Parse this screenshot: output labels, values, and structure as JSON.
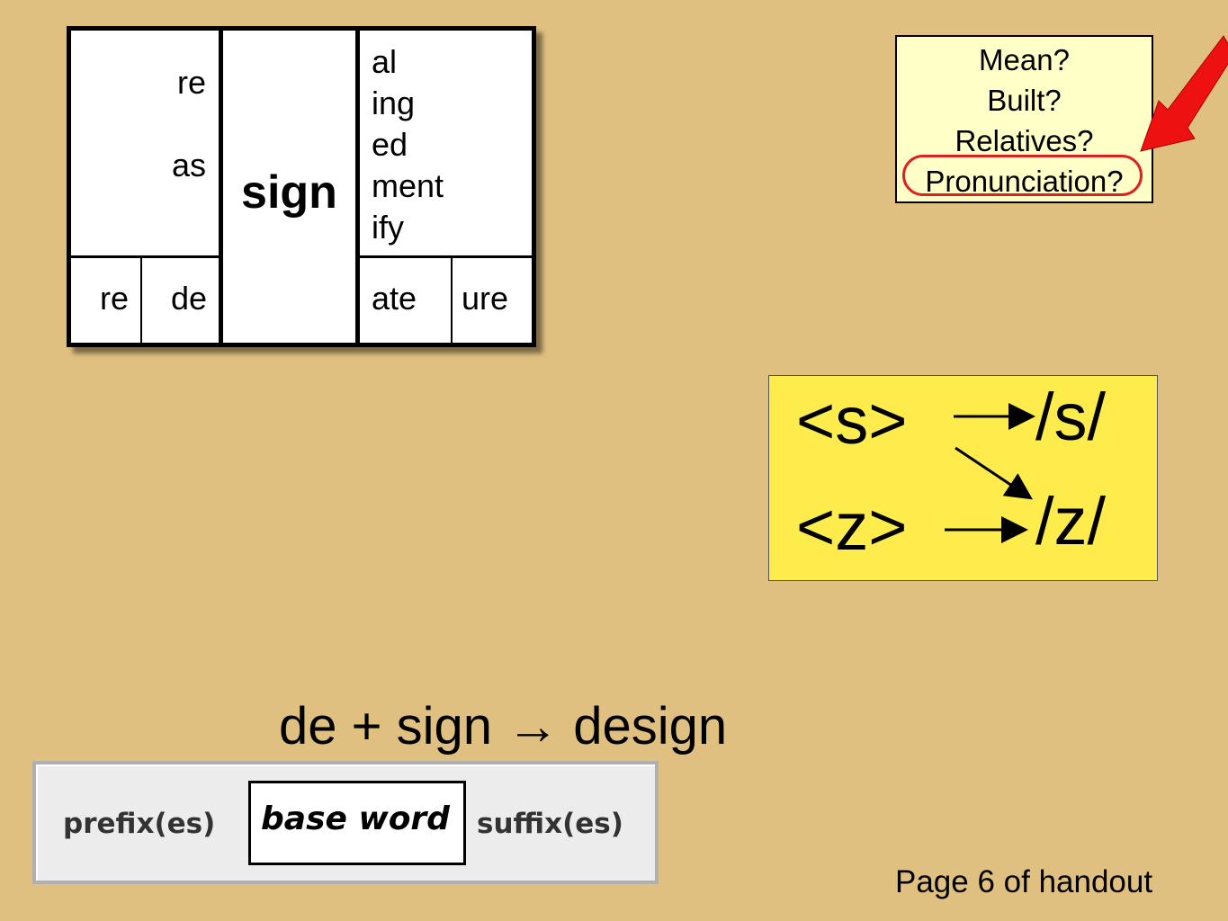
{
  "matrix": {
    "prefixes_upper": [
      "re",
      "as"
    ],
    "prefixes_lower": [
      "re",
      "de"
    ],
    "base": "sign",
    "suffixes_upper": [
      "al",
      "ing",
      "ed",
      "ment",
      "ify"
    ],
    "suffixes_lower": [
      "ate",
      "ure"
    ]
  },
  "questions": {
    "items": [
      "Mean?",
      "Built?",
      "Relatives?",
      "Pronunciation?"
    ],
    "highlight_color": "#e02020",
    "arrow_color": "#ee1111"
  },
  "phonemes": {
    "graphemes": [
      "<s>",
      "<z>"
    ],
    "sounds": [
      "/s/",
      "/z/"
    ],
    "background": "#fdec4c"
  },
  "equation": "de + sign → design",
  "legend": {
    "prefix": "prefix(es)",
    "base": "base word",
    "suffix": "suffix(es)"
  },
  "footer": {
    "page_note": "Page 6 of handout"
  },
  "colors": {
    "background": "#dfc080"
  }
}
